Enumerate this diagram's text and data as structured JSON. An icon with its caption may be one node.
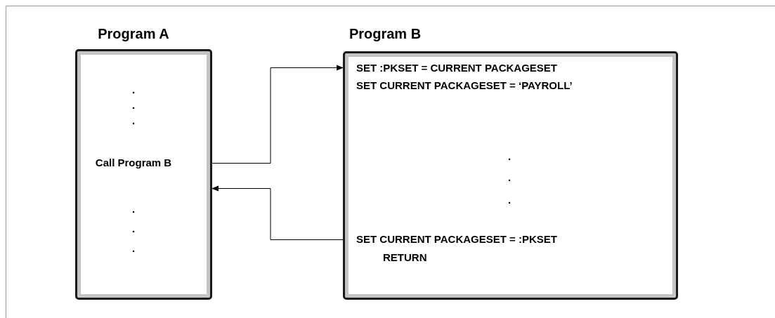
{
  "diagram": {
    "nodes": [
      {
        "text": [
          "Program A",
          ".",
          ".",
          ".",
          "Call Program B",
          ".",
          ".",
          "."
        ]
      },
      {
        "text": [
          "Program B",
          "SET :PKSET = CURRENT PACKAGESET",
          "SET CURRENT PACKAGESET = ‘PAYROLL’",
          ".",
          ".",
          ".",
          "SET CURRENT PACKAGESET = :PKSET",
          "RETURN"
        ]
      }
    ],
    "edges": [
      {
        "from": 0,
        "to": 1,
        "arrow": "to"
      },
      {
        "from": 1,
        "to": 0,
        "arrow": "to"
      }
    ]
  }
}
